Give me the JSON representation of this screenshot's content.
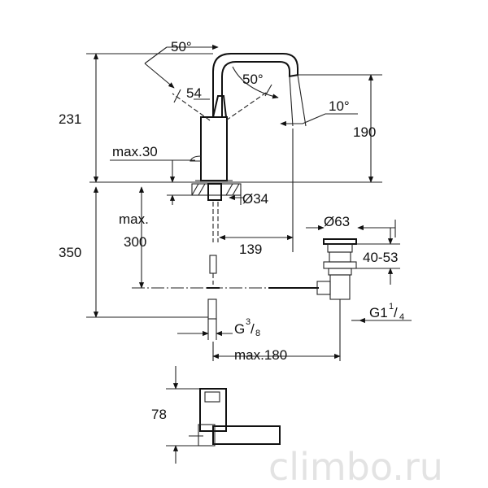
{
  "diagram": {
    "top_angle": "50°",
    "spout_angle": "50°",
    "swivel_angle": "10°",
    "lever_length": "54",
    "total_height": "231",
    "spout_height": "190",
    "deck_thickness": "max.30",
    "hole_diameter": "Ø34",
    "under_height_label_1": "max.",
    "under_height_label_2": "300",
    "under_depth": "350",
    "spout_reach": "139",
    "waste_diameter": "Ø63",
    "waste_range": "40-53",
    "supply_thread_base": "G",
    "supply_thread_num": "3",
    "supply_thread_den": "8",
    "waste_thread_base": "G1",
    "waste_thread_num": "1",
    "waste_thread_den": "4",
    "rod_length": "max.180",
    "top_view_height": "78"
  },
  "watermark": "climbo.ru"
}
